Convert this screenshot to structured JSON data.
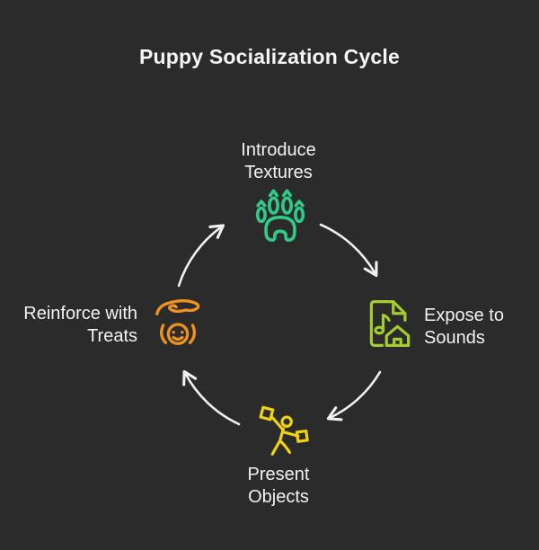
{
  "title": "Puppy Socialization Cycle",
  "background_color": "#2b2b2b",
  "text_color": "#f2f2f2",
  "arrows": {
    "color": "#f0f0f0",
    "direction": "clockwise",
    "count": 4
  },
  "nodes": [
    {
      "id": "introduce-textures",
      "position": "top",
      "line1": "Introduce",
      "line2": "Textures",
      "icon": "paw-print-icon",
      "color": "#2fcb87"
    },
    {
      "id": "expose-to-sounds",
      "position": "right",
      "line1": "Expose to",
      "line2": "Sounds",
      "icon": "sound-document-house-icon",
      "color": "#a4cd2e"
    },
    {
      "id": "present-objects",
      "position": "bottom",
      "line1": "Present",
      "line2": "Objects",
      "icon": "person-presenting-objects-icon",
      "color": "#f0d20e"
    },
    {
      "id": "reinforce-with-treats",
      "position": "left",
      "line1": "Reinforce with",
      "line2": "Treats",
      "icon": "hand-petting-puppy-icon",
      "color": "#f0931e"
    }
  ]
}
